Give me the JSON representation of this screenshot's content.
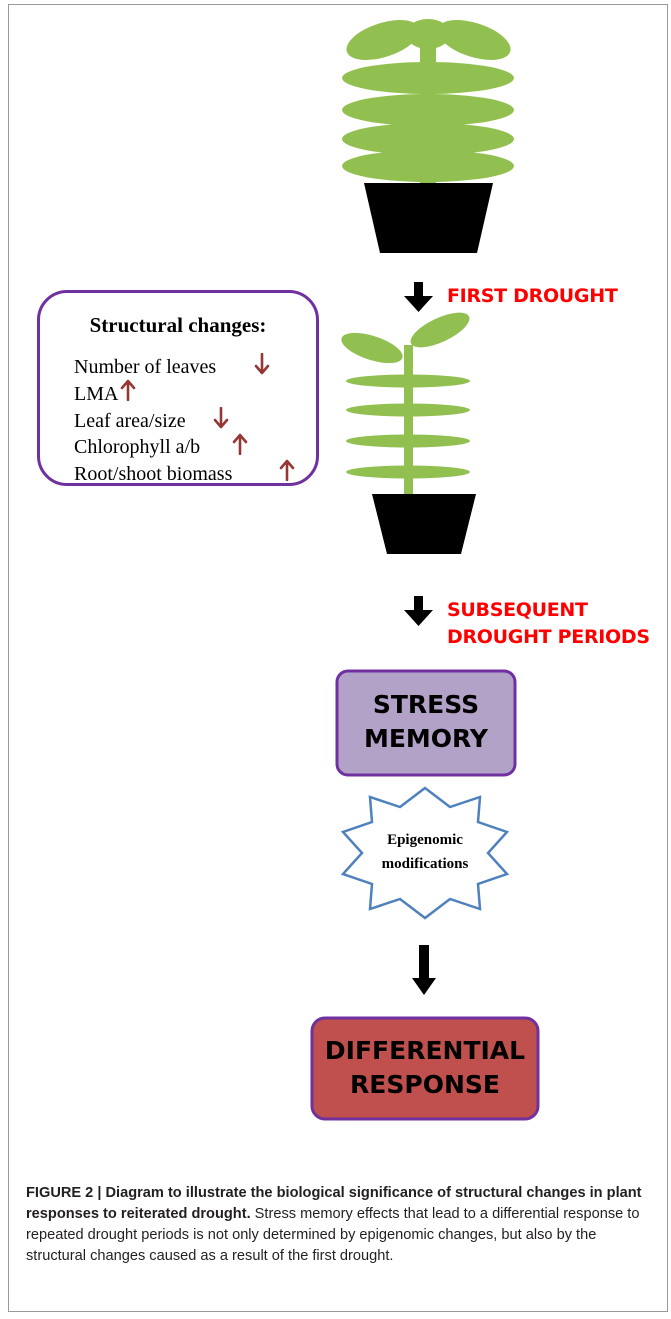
{
  "structural_box": {
    "title": "Structural changes:",
    "items": [
      {
        "label": "Number of leaves",
        "trend": "down"
      },
      {
        "label": "LMA",
        "trend": "up"
      },
      {
        "label": "Leaf area/size",
        "trend": "down"
      },
      {
        "label": "Chlorophyll a/b",
        "trend": "up"
      },
      {
        "label": "Root/shoot biomass",
        "trend": "up"
      }
    ]
  },
  "labels": {
    "first_drought": "FIRST DROUGHT",
    "subsequent_line1": "SUBSEQUENT",
    "subsequent_line2": "DROUGHT PERIODS"
  },
  "nodes": {
    "stress_memory_line1": "STRESS",
    "stress_memory_line2": "MEMORY",
    "epigenomic_line1": "Epigenomic",
    "epigenomic_line2": "modifications",
    "differential_line1": "DIFFERENTIAL",
    "differential_line2": "RESPONSE"
  },
  "caption": {
    "heading": "FIGURE 2 | Diagram to illustrate the biological significance of structural changes in plant responses to reiterated drought.",
    "body": " Stress memory effects that lead to a differential response to repeated drought periods is not only determined by epigenomic changes, but also by the structural changes caused as a result of the first drought."
  },
  "colors": {
    "leaf": "#92c050",
    "pot": "#000000",
    "struct_border": "#7030a0",
    "trend_arrow": "#953735",
    "drought_text": "#ff0000",
    "stress_fill": "#b3a2c7",
    "stress_border": "#7030a0",
    "star_border": "#4f81bd",
    "response_fill": "#c0504d",
    "response_border": "#7030a0"
  },
  "icons": {
    "healthy_plant": "plant-icon",
    "stressed_plant": "stressed-plant-icon",
    "flow_arrow": "arrow-down-icon",
    "up_arrow": "arrow-up-icon",
    "down_arrow": "arrow-down-icon"
  }
}
